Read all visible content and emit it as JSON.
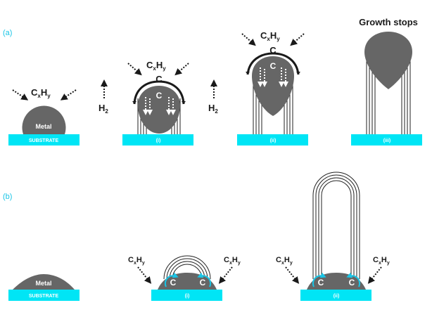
{
  "panel_labels": {
    "a": "(a)",
    "b": "(b)"
  },
  "substrate_label": "SUBSTRATE",
  "metal_label": "Metal",
  "carbon_source": {
    "main": "C",
    "sub1": "x",
    "mid": "H",
    "sub2": "y"
  },
  "hydrogen": {
    "main": "H",
    "sub": "2"
  },
  "carbon": "C",
  "stage_labels": {
    "i": "(i)",
    "ii": "(ii)",
    "iii": "(iii)"
  },
  "growth_stops": "Growth stops",
  "colors": {
    "substrate": "#00e5f5",
    "metal": "#666666",
    "tube": "#222222",
    "accent_arrow": "#19c5e6",
    "text": "#1a1a1a"
  }
}
